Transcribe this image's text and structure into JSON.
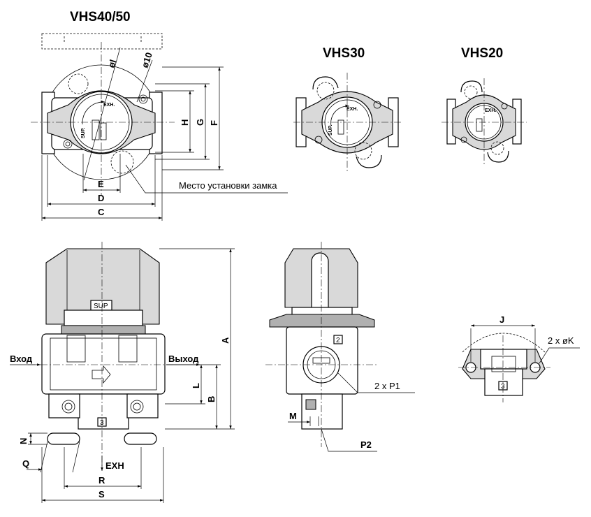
{
  "titles": {
    "vhs4050": "VHS40/50",
    "vhs30": "VHS30",
    "vhs20": "VHS20"
  },
  "dimensions": {
    "phi_l": "øl",
    "phi_10": "ø10",
    "H": "H",
    "G": "G",
    "F": "F",
    "E": "E",
    "D": "D",
    "C": "C",
    "A": "A",
    "L": "L",
    "B": "B",
    "N": "N",
    "Q": "Q",
    "R": "R",
    "S": "S",
    "M": "M",
    "J": "J",
    "two_phi_K": "2 x øK",
    "two_P1": "2 x P1",
    "P2": "P2"
  },
  "labels": {
    "lock_location": "Место установки замка",
    "inlet": "Вход",
    "outlet": "Выход",
    "exh": "EXH",
    "sup": "SUP",
    "knob_exh": "EXH.",
    "knob_sup": "SUP.",
    "port_2": "2",
    "port_3": "3"
  }
}
